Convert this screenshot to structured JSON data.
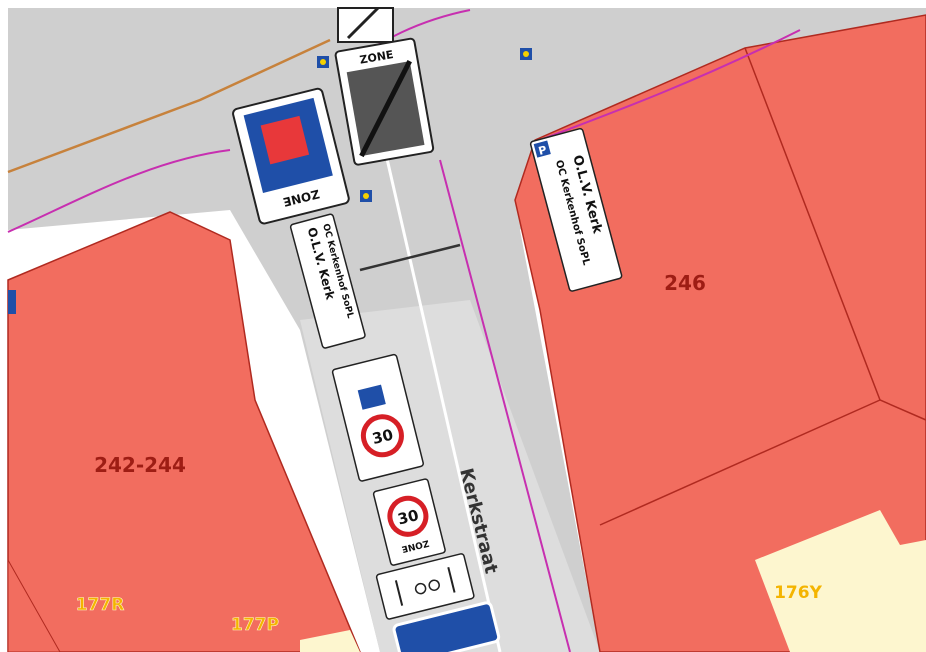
{
  "street": {
    "name": "Kerkstraat"
  },
  "plots": [
    {
      "id": "parcel-242-244",
      "label": "242-244"
    },
    {
      "id": "parcel-246",
      "label": "246"
    }
  ],
  "parcel_codes": [
    {
      "id": "code-177r",
      "label": "177R"
    },
    {
      "id": "code-177p",
      "label": "177P"
    },
    {
      "id": "code-176y",
      "label": "176Y"
    }
  ],
  "signs": {
    "zone_label": "ZONE",
    "direction_line1": "O.L.V. Kerk",
    "direction_line2": "OC Kerkenhof SoPL",
    "speed_limit": "30",
    "parking_symbol": "P"
  },
  "colors": {
    "plot": "#f26d5f",
    "plot_border": "#b02a20",
    "road": "#cfcfcf",
    "road_light": "#dcdcdc",
    "curb_line": "#c72fb0",
    "pipe": "#c7823c",
    "label_red": "#9e1d14",
    "label_yellow": "#f4b400",
    "cream": "#fdf6cf",
    "blue": "#1f4fa8"
  }
}
